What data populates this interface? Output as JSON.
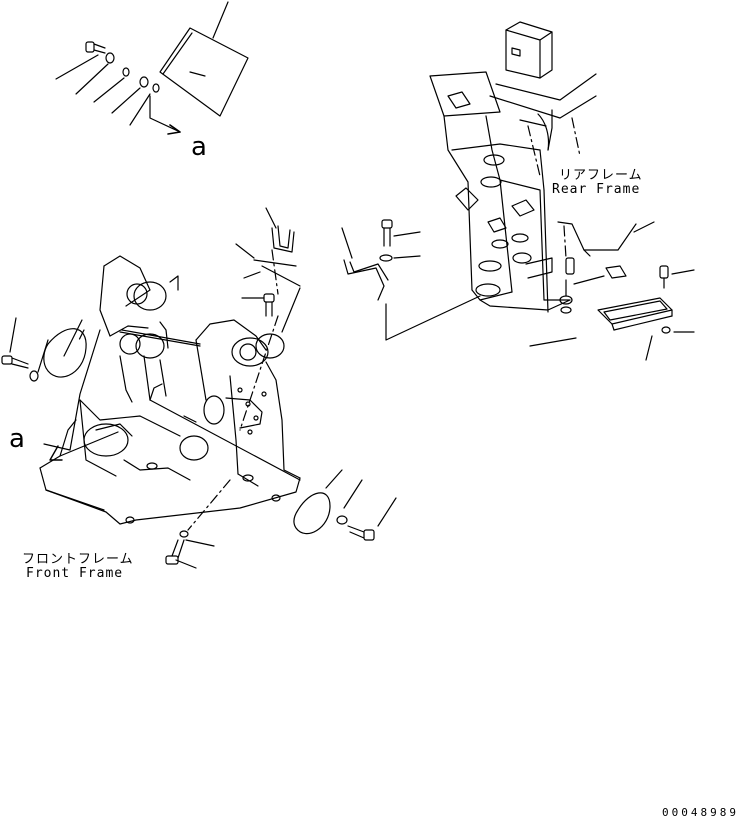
{
  "labels": {
    "rear_frame_jp": "リアフレーム",
    "rear_frame_en": "Rear Frame",
    "front_frame_jp": "フロントフレーム",
    "front_frame_en": "Front Frame",
    "marker_top": "a",
    "marker_left": "a",
    "document_number": "00048989"
  }
}
